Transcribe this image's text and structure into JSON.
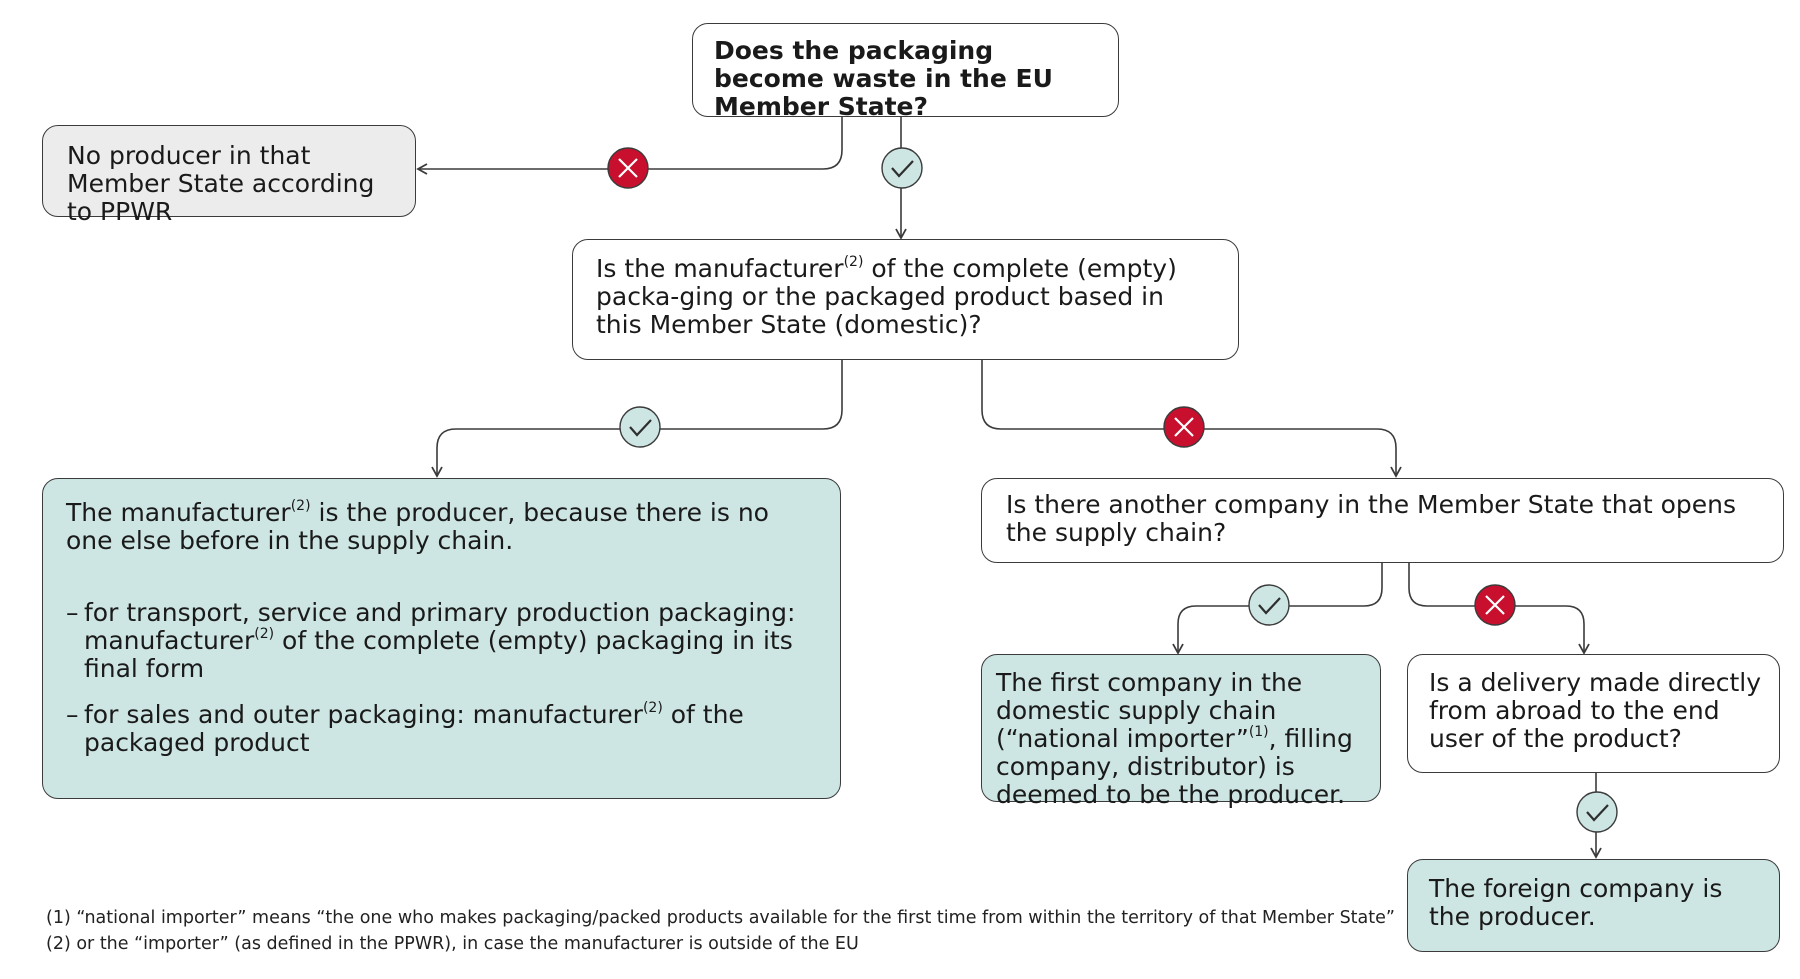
{
  "colors": {
    "teal_fill": "#cde6e3",
    "grey_fill": "#ececec",
    "yes_badge": "#cde6e3",
    "no_badge": "#c8102e",
    "line": "#3b3b3b"
  },
  "nodes": {
    "q_waste": {
      "text": "Does the packaging become waste in the EU Member State?"
    },
    "no_producer": {
      "text": "No producer in that Member State according to PPWR"
    },
    "q_manufacturer": {
      "text_a": "Is the manufacturer",
      "sup": "(2)",
      "text_b": " of the complete (empty) packa-ging or the packaged product based in this Member State (domestic)?"
    },
    "manufacturer_producer": {
      "intro_a": "The manufacturer",
      "intro_sup": "(2)",
      "intro_b": " is the producer, because there is no one else before in the supply chain.",
      "bullets": [
        {
          "dash": "–",
          "text_a": "for transport, service and primary production packaging: manufacturer",
          "sup": "(2)",
          "text_b": " of the complete (empty) packaging in its final form"
        },
        {
          "dash": "–",
          "text_a": "for sales and outer packaging: manufacturer",
          "sup": "(2)",
          "text_b": " of the packaged product"
        }
      ]
    },
    "q_another_company": {
      "text": "Is there another company in the Member State that opens the supply chain?"
    },
    "first_company": {
      "text_a": "The first company in the domestic supply chain (“national importer”",
      "sup": "(1)",
      "text_b": ", filling company, distributor) is deemed to be the producer."
    },
    "q_delivery": {
      "text": "Is a delivery made directly from abroad to the end user of the product?"
    },
    "foreign_company": {
      "text": "The foreign company is the producer."
    }
  },
  "badges": {
    "yes_icon": "check-icon",
    "no_icon": "cross-icon"
  },
  "footnotes": [
    "(1) “national importer” means “the one who makes packaging/packed products available for the first time from within the territory of that Member State”",
    "(2) or the “importer” (as defined in the PPWR), in case the manufacturer is outside of the EU"
  ]
}
